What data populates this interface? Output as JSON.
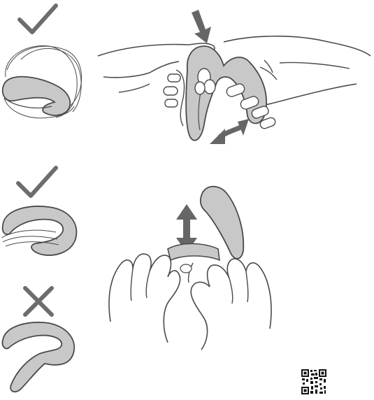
{
  "colors": {
    "background": "#ffffff",
    "line": "#4a4a4a",
    "device_fill": "#c8c8c8",
    "arrow": "#666666",
    "check": "#6d6d6d",
    "qr": "#111111"
  },
  "steps": [
    {
      "mark": "check-icon",
      "device_state": "folded-flexed",
      "action": "squeeze-and-flex"
    },
    {
      "mark": "check-icon",
      "device_state": "bent-correct",
      "action": "lift-arm"
    },
    {
      "mark": "cross-icon",
      "device_state": "bent-incorrect"
    }
  ],
  "icons": [
    "check-icon",
    "cross-icon",
    "down-arrow-icon",
    "curved-double-arrow-icon",
    "vertical-double-arrow-icon",
    "qr-code-icon"
  ]
}
